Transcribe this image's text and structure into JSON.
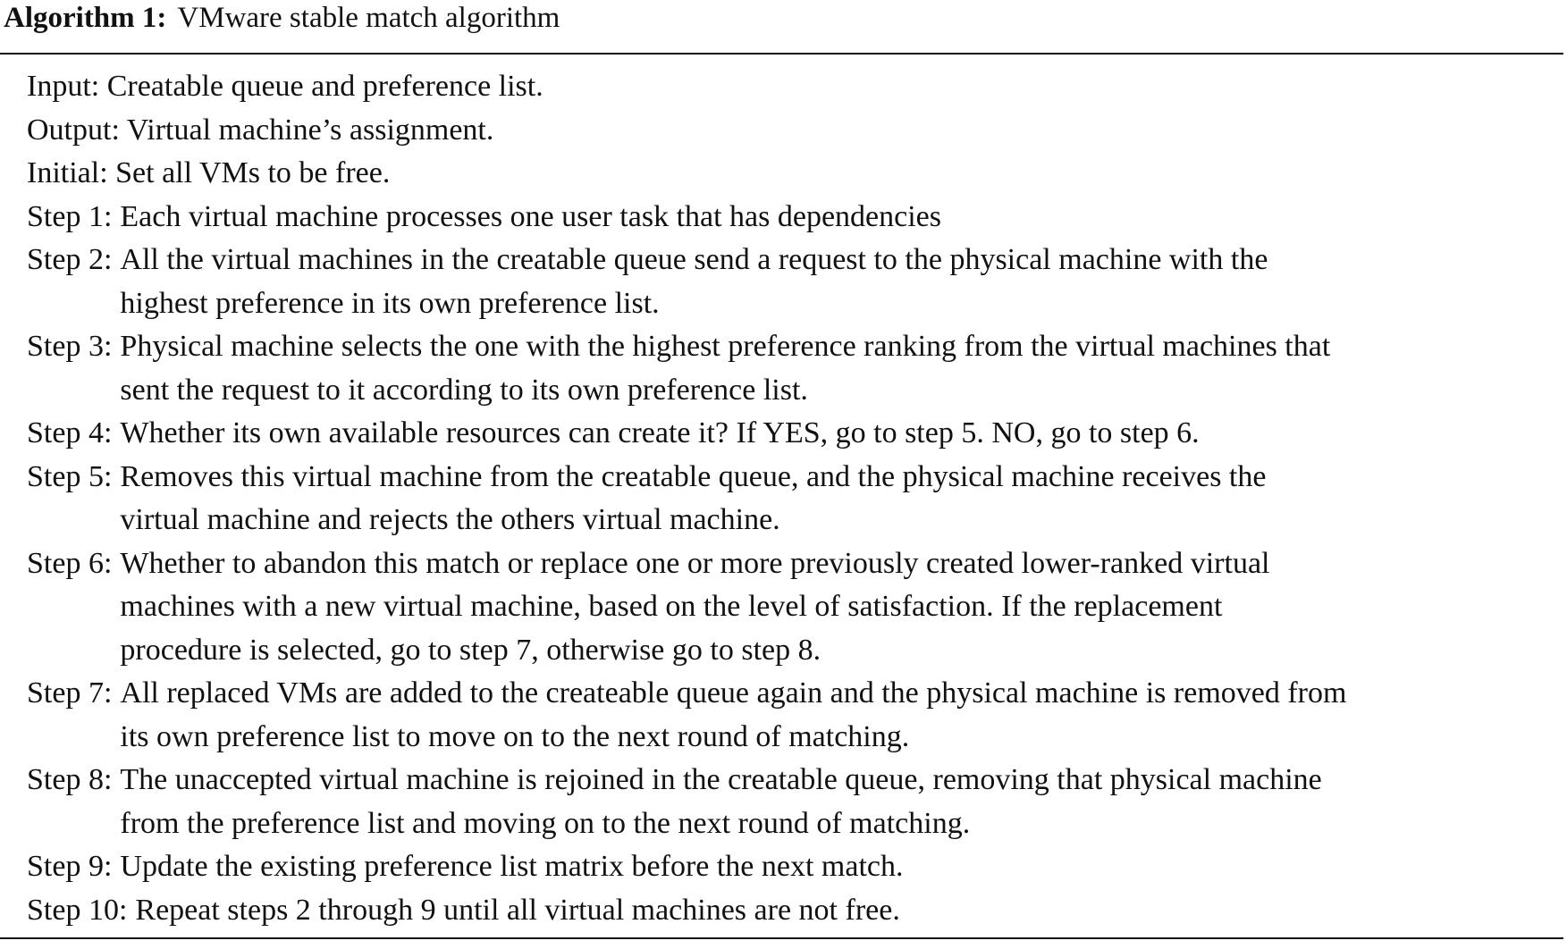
{
  "algorithm": {
    "label": "Algorithm 1:",
    "title": "VMware stable match algorithm",
    "input": "Input: Creatable queue and preference list.",
    "output": "Output: Virtual machine’s assignment.",
    "initial": "Initial: Set all VMs to be free.",
    "steps": [
      {
        "label": "Step 1:",
        "lines": [
          "Each virtual machine processes one user task that has dependencies"
        ]
      },
      {
        "label": "Step 2:",
        "lines": [
          "All the virtual machines in the creatable queue send a request to the physical machine with the",
          "highest preference in its own preference list."
        ]
      },
      {
        "label": "Step 3:",
        "lines": [
          "Physical machine selects the one with the highest preference ranking from the virtual machines that",
          "sent the request to it according to its own preference list."
        ]
      },
      {
        "label": "Step 4:",
        "lines": [
          "Whether its own available resources can create it? If YES, go to step 5. NO, go to step 6."
        ]
      },
      {
        "label": "Step 5:",
        "lines": [
          "Removes this virtual machine from the creatable queue, and the physical machine receives the",
          "virtual machine and rejects the others virtual machine."
        ]
      },
      {
        "label": "Step 6:",
        "lines": [
          "Whether to abandon this match or replace one or more previously created lower-ranked virtual",
          "machines with a new virtual machine, based on the level of satisfaction. If the replacement",
          "procedure is selected, go to step 7, otherwise go to step 8."
        ]
      },
      {
        "label": "Step 7:",
        "lines": [
          "All replaced VMs are added to the createable queue again and the physical machine is removed from",
          "its own preference list to move on to the next round of matching."
        ]
      },
      {
        "label": "Step 8:",
        "lines": [
          "The unaccepted virtual machine is rejoined in the creatable queue, removing that physical machine",
          "from the preference list and moving on to the next round of matching."
        ]
      },
      {
        "label": "Step 9:",
        "lines": [
          "Update the existing preference list matrix before the next match."
        ]
      },
      {
        "label": "Step 10:",
        "lines": [
          "Repeat steps 2 through 9 until all virtual machines are not free."
        ]
      }
    ]
  }
}
